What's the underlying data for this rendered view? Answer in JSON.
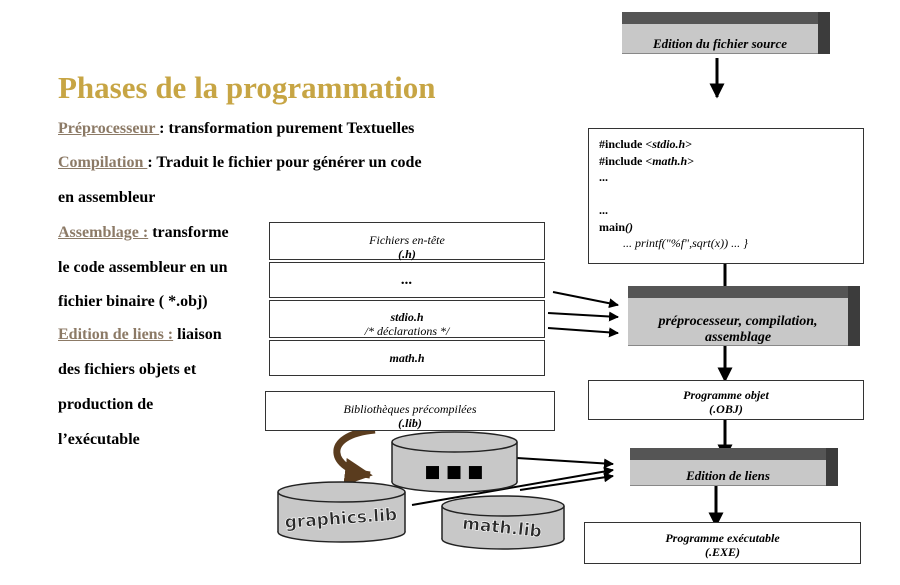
{
  "title": "Phases de la programmation",
  "description_lines": [
    {
      "term": "Préprocesseur ",
      "text": ": transformation purement Textuelles"
    },
    {
      "term": "Compilation ",
      "text": ": Traduit le fichier pour générer un code"
    },
    {
      "term": "",
      "text": " en assembleur"
    },
    {
      "term": "Assemblage :",
      "text": " transforme"
    },
    {
      "term": "",
      "text": " le code assembleur en un"
    },
    {
      "term": "",
      "text": " fichier binaire ( *.obj)"
    },
    {
      "term": "Edition de liens :",
      "text": " liaison"
    },
    {
      "term": "",
      "text": "des  fichiers objets et"
    },
    {
      "term": "",
      "text": "production de"
    },
    {
      "term": "",
      "text": "l’exécutable"
    }
  ],
  "source_box": "Edition du fichier source",
  "code": {
    "include1_prefix": "#include <",
    "include1_file": "stdio.h",
    "include1_suffix": ">",
    "include2_prefix": "#include <",
    "include2_file": "math.h",
    "include2_suffix": ">",
    "ellipsis1": "...",
    "ellipsis2": "...",
    "main_name": "main",
    "main_parens": "()",
    "body": "...      printf(\"%f\",sqrt(x))  ...     }"
  },
  "headers_stack": {
    "title": "Fichiers en-tête",
    "ext": "(.h)",
    "ellipsis": "...",
    "stdio_name": "stdio.h",
    "stdio_comment": "/* déclarations */",
    "math_name": "math.h"
  },
  "libraries_box": {
    "title": "Bibliothèques précompilées",
    "ext": "(.lib)"
  },
  "preprocessor_box": {
    "line1": "préprocesseur, compilation,",
    "line2": "assemblage"
  },
  "object_box": {
    "line1": "Programme objet",
    "line2": "(.OBJ)"
  },
  "linker_box": "Edition de liens",
  "exe_box": {
    "line1": "Programme exécutable",
    "line2": "(.EXE)"
  },
  "cylinders": {
    "generic": "■  ■  ■",
    "graphics": "graphics.lib",
    "math": "math.lib"
  },
  "colors": {
    "title": "#c7a544",
    "term": "#8c7a66",
    "cylinder": "#c8c8c8",
    "box_face": "#c8c8c8",
    "bevel_dark": "#3c3c3c",
    "curve_arrow": "#5a3c1e"
  }
}
